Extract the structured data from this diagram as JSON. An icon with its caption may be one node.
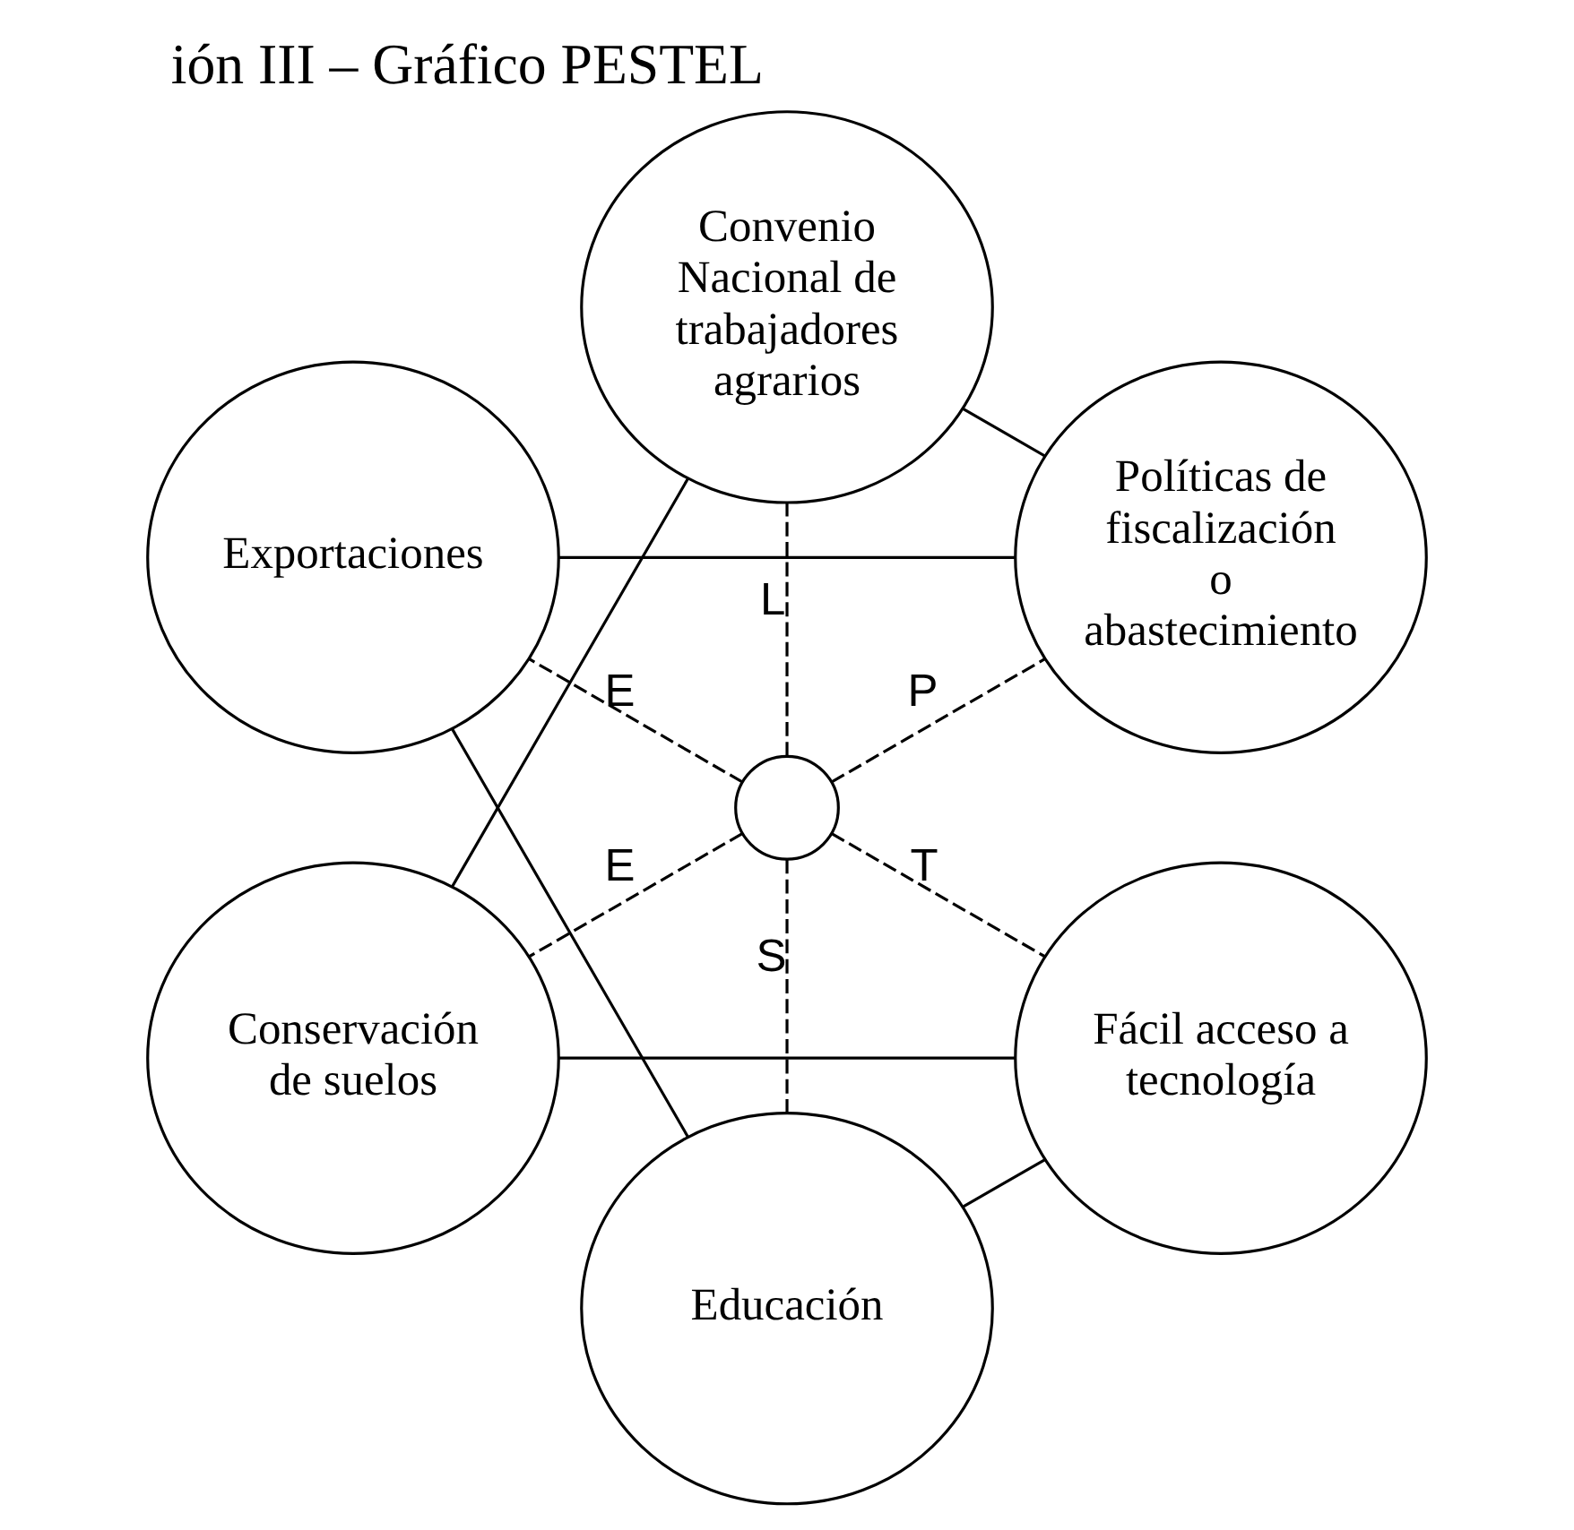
{
  "diagram": {
    "title": "ión III – Gráfico PESTEL",
    "nodes": [
      {
        "text": [
          "Políticas de fiscalización o abastecimiento"
        ]
      },
      {
        "text": [
          "Convenio Nacional de trabajadores agrarios"
        ]
      },
      {
        "text": [
          "Exportaciones"
        ]
      },
      {
        "text": [],
        "shape": "circle"
      },
      {
        "text": [
          "Conservación de suelos"
        ]
      },
      {
        "text": [
          "Educación"
        ]
      },
      {
        "text": [
          "Fácil acceso a tecnología"
        ]
      }
    ],
    "edges": [
      {
        "from": 3,
        "to": 0,
        "arrow": "none",
        "label": "P",
        "style": "dashed"
      },
      {
        "from": 3,
        "to": 2,
        "arrow": "none",
        "label": "E",
        "style": "dashed"
      },
      {
        "from": 3,
        "to": 5,
        "arrow": "none",
        "label": "S",
        "style": "dashed"
      },
      {
        "from": 3,
        "to": 6,
        "arrow": "none",
        "label": "T",
        "style": "dashed"
      },
      {
        "from": 3,
        "to": 4,
        "arrow": "none",
        "label": "E",
        "style": "dashed"
      },
      {
        "from": 3,
        "to": 1,
        "arrow": "none",
        "label": "L",
        "style": "dashed"
      },
      {
        "from": 0,
        "to": 2,
        "arrow": "none"
      },
      {
        "from": 2,
        "to": 5,
        "arrow": "none"
      },
      {
        "from": 5,
        "to": 6,
        "arrow": "none"
      },
      {
        "from": 6,
        "to": 4,
        "arrow": "none"
      },
      {
        "from": 4,
        "to": 1,
        "arrow": "none"
      },
      {
        "from": 1,
        "to": 0,
        "arrow": "none"
      }
    ]
  }
}
